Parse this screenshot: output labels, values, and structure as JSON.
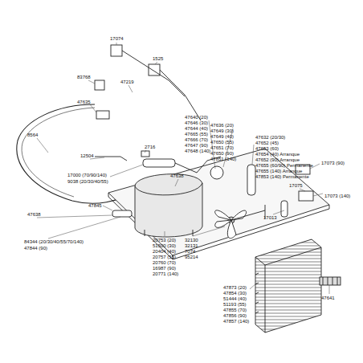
{
  "diagram": {
    "labels": [
      "17074",
      "1525",
      "83768",
      "47219",
      "47635",
      "8564",
      "2716",
      "12504",
      "17000 (70/90/140)",
      "9038 (20/30/40/55)",
      "47638",
      "47845",
      "47638",
      "84344 (20/30/40/55/70/140)",
      "47844 (90)",
      "47640 (20)",
      "47646 (30)",
      "47644 (40)",
      "47665 (55)",
      "47666 (70)",
      "47647 (90)",
      "47648 (140)",
      "47636 (20)",
      "47649 (30)",
      "47649 (40)",
      "47650 (55)",
      "47651 (70)",
      "47650 (90)",
      "47851 (140)",
      "47632 (20/30)",
      "47652 (45)",
      "47653 (60)",
      "47654 (40) Arranque",
      "47652 (90) Arranque",
      "47655 (60/90) Permanente",
      "47655 (140) Arranque",
      "47853 (140) Permanente",
      "17073 (90)",
      "17075",
      "17073 (140)",
      "17013",
      "47641",
      "20753 (20)",
      "51500 (30)",
      "20404 (40)",
      "20757 (55)",
      "20760 (70)",
      "16987 (90)",
      "20771 (140)",
      "32130",
      "32131",
      "7074",
      "95214",
      "47873 (20)",
      "47854 (30)",
      "51444 (40)",
      "51193 (55)",
      "47855 (70)",
      "47856 (90)",
      "47857 (140)"
    ]
  }
}
